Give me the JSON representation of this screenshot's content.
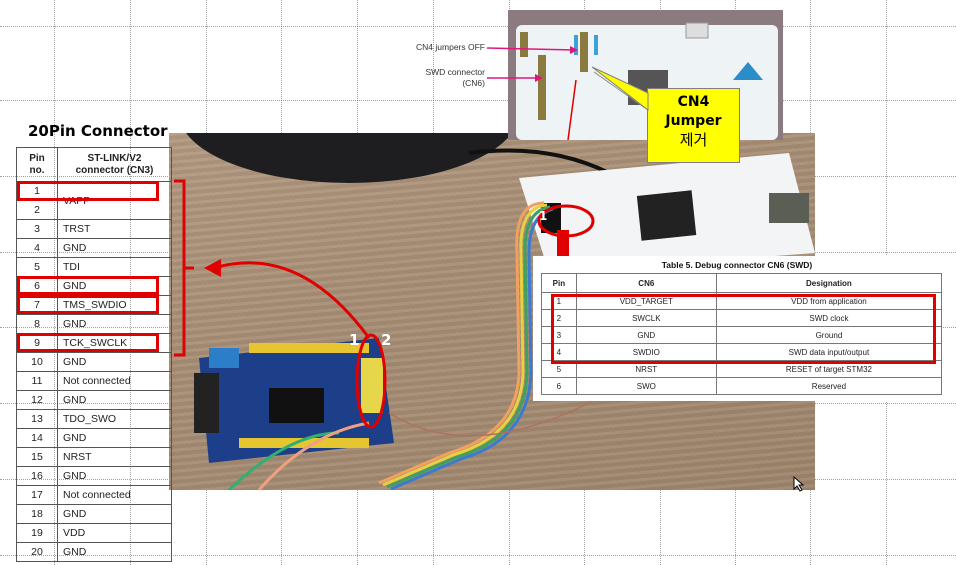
{
  "left_panel": {
    "title": "20Pin Connector",
    "table": {
      "headers": [
        "Pin no.",
        "ST-LINK/V2 connector (CN3)"
      ],
      "header_pin_line1": "Pin",
      "header_pin_line2": "no.",
      "header_sig_line1": "ST-LINK/V2",
      "header_sig_line2": "connector (CN3)",
      "rows": [
        {
          "pin": "1",
          "signal": ""
        },
        {
          "pin": "2",
          "signal": "VAPP"
        },
        {
          "pin": "3",
          "signal": "TRST"
        },
        {
          "pin": "4",
          "signal": "GND"
        },
        {
          "pin": "5",
          "signal": "TDI"
        },
        {
          "pin": "6",
          "signal": "GND"
        },
        {
          "pin": "7",
          "signal": "TMS_SWDIO"
        },
        {
          "pin": "8",
          "signal": "GND"
        },
        {
          "pin": "9",
          "signal": "TCK_SWCLK"
        },
        {
          "pin": "10",
          "signal": "GND"
        },
        {
          "pin": "11",
          "signal": "Not connected"
        },
        {
          "pin": "12",
          "signal": "GND"
        },
        {
          "pin": "13",
          "signal": "TDO_SWO"
        },
        {
          "pin": "14",
          "signal": "GND"
        },
        {
          "pin": "15",
          "signal": "NRST"
        },
        {
          "pin": "16",
          "signal": "GND"
        },
        {
          "pin": "17",
          "signal": "Not connected"
        },
        {
          "pin": "18",
          "signal": "GND"
        },
        {
          "pin": "19",
          "signal": "VDD"
        },
        {
          "pin": "20",
          "signal": "GND"
        }
      ],
      "highlighted_pins": [
        "1",
        "6",
        "7",
        "9"
      ]
    }
  },
  "board_diagram": {
    "label_cn4": "CN4 jumpers OFF",
    "label_swd_line1": "SWD connector",
    "label_swd_line2": "(CN6)"
  },
  "callout": {
    "line1": "CN4",
    "line2": "Jumper",
    "line3": "제거"
  },
  "photo_labels": {
    "pin1": "1",
    "pin2": "2",
    "nucleo_pin1": "1"
  },
  "swd_table": {
    "title": "Table 5. Debug connector CN6 (SWD)",
    "headers": [
      "Pin",
      "CN6",
      "Designation"
    ],
    "rows": [
      {
        "pin": "1",
        "cn6": "VDD_TARGET",
        "designation": "VDD from application"
      },
      {
        "pin": "2",
        "cn6": "SWCLK",
        "designation": "SWD clock"
      },
      {
        "pin": "3",
        "cn6": "GND",
        "designation": "Ground"
      },
      {
        "pin": "4",
        "cn6": "SWDIO",
        "designation": "SWD data input/output"
      },
      {
        "pin": "5",
        "cn6": "NRST",
        "designation": "RESET of target STM32"
      },
      {
        "pin": "6",
        "cn6": "SWO",
        "designation": "Reserved"
      }
    ],
    "highlighted_rows": [
      "1",
      "2",
      "3",
      "4"
    ]
  },
  "colors": {
    "highlight_red": "#e00000",
    "callout_yellow": "#ffff00",
    "label_arrow_magenta": "#e0177a"
  }
}
